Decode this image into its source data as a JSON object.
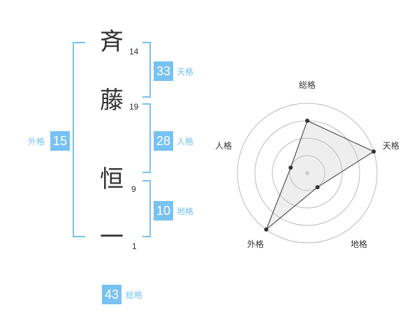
{
  "name": {
    "chars": [
      {
        "char": "斉",
        "strokes": "14"
      },
      {
        "char": "藤",
        "strokes": "19"
      },
      {
        "char": "恒",
        "strokes": "9"
      },
      {
        "char": "一",
        "strokes": "1"
      }
    ]
  },
  "fortunes": {
    "tenkaku": {
      "value": "33",
      "label": "天格"
    },
    "jinkaku": {
      "value": "28",
      "label": "人格"
    },
    "chikaku": {
      "value": "10",
      "label": "地格"
    },
    "gaikaku": {
      "value": "15",
      "label": "外格"
    },
    "soukaku": {
      "value": "43",
      "label": "総格"
    }
  },
  "accent_color": "#77c2f0",
  "chart_data": {
    "type": "radar",
    "axes": [
      "総格",
      "天格",
      "地格",
      "外格",
      "人格"
    ],
    "values": [
      3,
      4,
      1,
      4,
      1
    ],
    "scale_max": 4,
    "rings": 4
  }
}
